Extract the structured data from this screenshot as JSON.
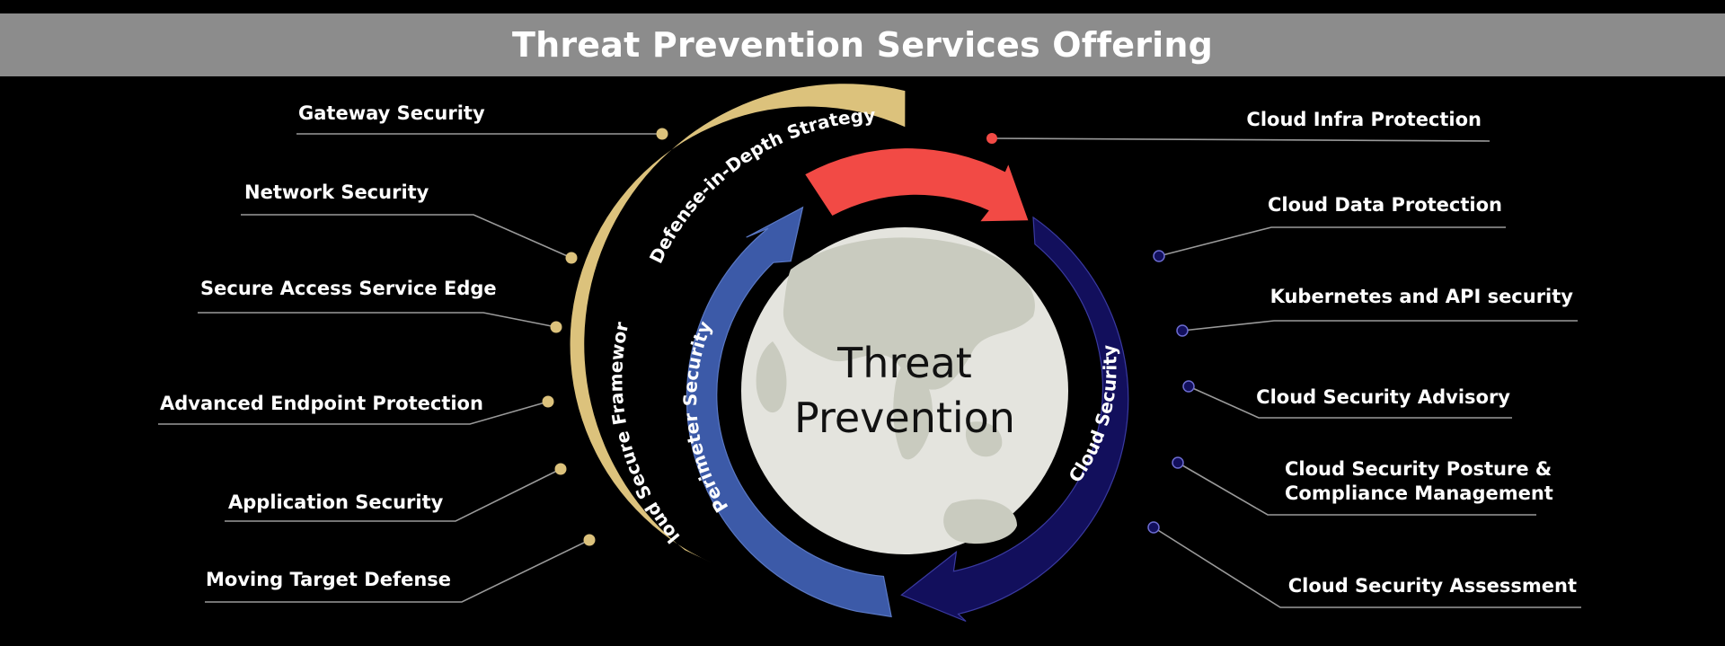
{
  "title": "Threat Prevention Services Offering",
  "center": {
    "line1": "Threat",
    "line2": "Prevention"
  },
  "arcs": {
    "framework": "Cloud Secure Framework",
    "strategy": "Defense-in-Depth Strategy",
    "perimeter": "Perimeter Security",
    "cloud": "Cloud Security"
  },
  "colors": {
    "gold": "#dcc27c",
    "blue": "#3c5aa8",
    "navy": "#120f5c",
    "red": "#f24a45",
    "globe": "#e4e4de",
    "land": "#c9cbbf"
  },
  "left_items": [
    {
      "label": "Gateway Security"
    },
    {
      "label": "Network Security"
    },
    {
      "label": "Secure Access Service Edge"
    },
    {
      "label": "Advanced Endpoint Protection"
    },
    {
      "label": "Application Security"
    },
    {
      "label": "Moving Target Defense"
    }
  ],
  "right_items": [
    {
      "label": "Cloud Infra Protection"
    },
    {
      "label": "Cloud Data Protection"
    },
    {
      "label": "Kubernetes and API security"
    },
    {
      "label": "Cloud Security Advisory"
    },
    {
      "label": "Cloud Security Posture &",
      "label2": "Compliance Management"
    },
    {
      "label": "Cloud Security Assessment"
    }
  ]
}
